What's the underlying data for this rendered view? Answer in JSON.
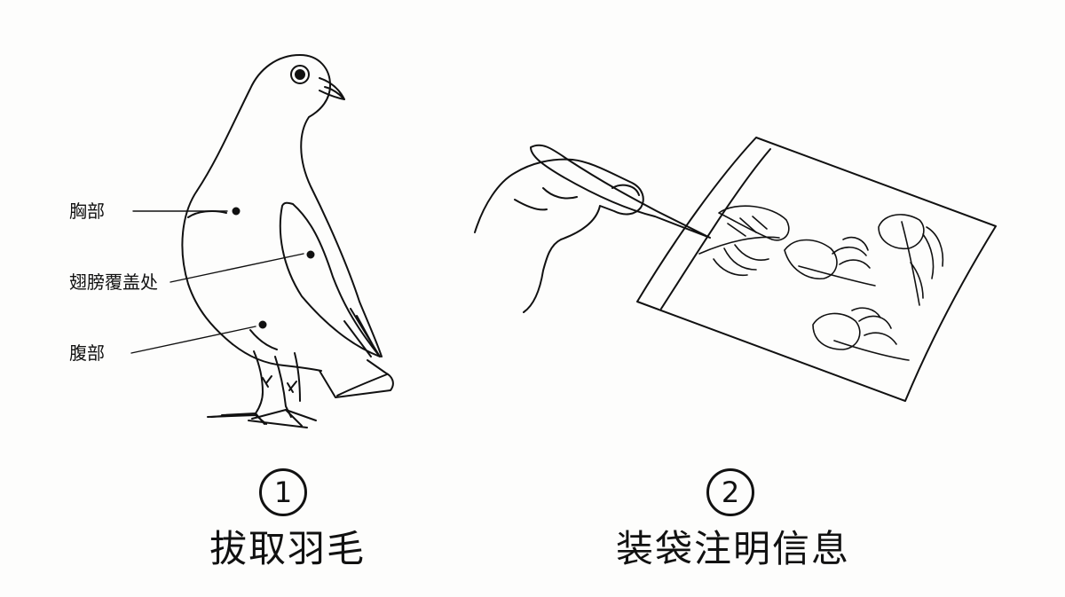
{
  "labels": {
    "chest": "胸部",
    "wing_covert": "翅膀覆盖处",
    "belly": "腹部"
  },
  "steps": [
    {
      "number": "1",
      "caption": "拔取羽毛"
    },
    {
      "number": "2",
      "caption": "装袋注明信息"
    }
  ]
}
